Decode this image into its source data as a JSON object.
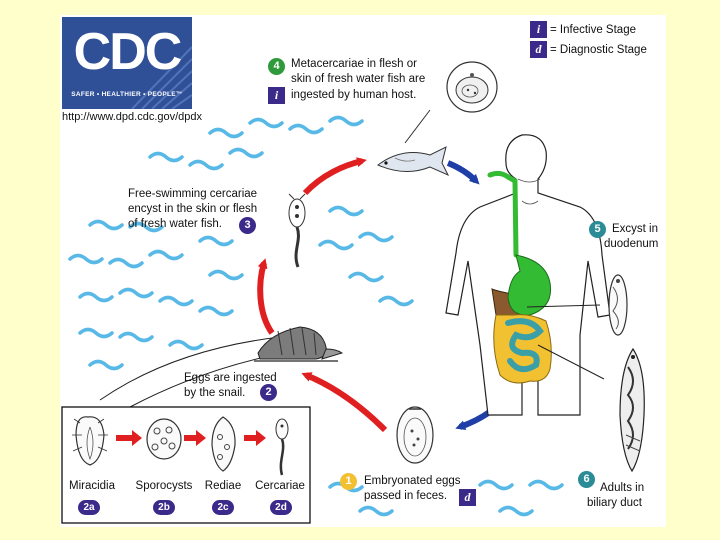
{
  "logo": {
    "name": "CDC",
    "tagline": "SAFER • HEALTHIER • PEOPLE™",
    "url": "http://www.dpd.cdc.gov/dpdx"
  },
  "legend": {
    "infective_symbol": "i",
    "infective_label": "= Infective Stage",
    "diagnostic_symbol": "d",
    "diagnostic_label": "= Diagnostic Stage"
  },
  "stages": {
    "s4": {
      "num": "4",
      "line1": "Metacercariae in flesh or",
      "line2": "skin of fresh water fish are",
      "line3": "ingested by human host.",
      "marker": "i"
    },
    "s3": {
      "num": "3",
      "line1": "Free-swimming cercariae",
      "line2": "encyst in the skin or flesh",
      "line3": "of fresh water fish."
    },
    "s5": {
      "num": "5",
      "line1": "Excyst in",
      "line2": "duodenum"
    },
    "s2": {
      "num": "2",
      "line1": "Eggs are ingested",
      "line2": "by the snail."
    },
    "s1": {
      "num": "1",
      "line1": "Embryonated eggs",
      "line2": "passed in feces.",
      "marker": "d"
    },
    "s6": {
      "num": "6",
      "line1": "Adults in",
      "line2": "biliary duct"
    }
  },
  "substages": [
    {
      "label": "Miracidia",
      "num": "2a"
    },
    {
      "label": "Sporocysts",
      "num": "2b"
    },
    {
      "label": "Rediae",
      "num": "2c"
    },
    {
      "label": "Cercariae",
      "num": "2d"
    }
  ],
  "colors": {
    "cycle_arrow_red": "#e02020",
    "cycle_arrow_blue": "#1f3fa6",
    "badge_green": "#2e9a3c",
    "badge_purple": "#3b2a8a",
    "badge_teal": "#2b8c98",
    "badge_yellow": "#f2c032",
    "water": "#58b8e6",
    "esophagus_green": "#33bb33",
    "liver_brown": "#8a5a2e",
    "intestine_yellow": "#f2c132",
    "colon_teal": "#3a9fa6"
  }
}
